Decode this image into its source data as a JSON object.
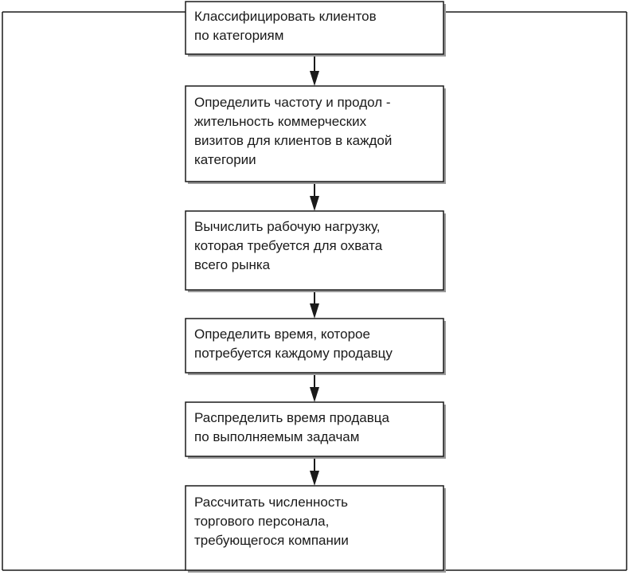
{
  "steps": [
    {
      "lines": [
        "Классифицировать клиентов",
        "по категориям"
      ]
    },
    {
      "lines": [
        "Определить частоту и продол -",
        "жительность коммерческих",
        "визитов для клиентов в каждой",
        "категории"
      ]
    },
    {
      "lines": [
        "Вычислить рабочую нагрузку,",
        "которая требуется для охвата",
        "всего рынка"
      ]
    },
    {
      "lines": [
        "Определить время, которое",
        "потребуется каждому продавцу"
      ]
    },
    {
      "lines": [
        "Распределить время продавца",
        "по выполняемым задачам"
      ]
    },
    {
      "lines": [
        "Рассчитать численность",
        "торгового персонала,",
        "требующегося компании"
      ]
    }
  ],
  "colors": {
    "line": "#1a1a1a",
    "box_fill": "#ffffff",
    "box_shadow": "#9a9a9a"
  }
}
